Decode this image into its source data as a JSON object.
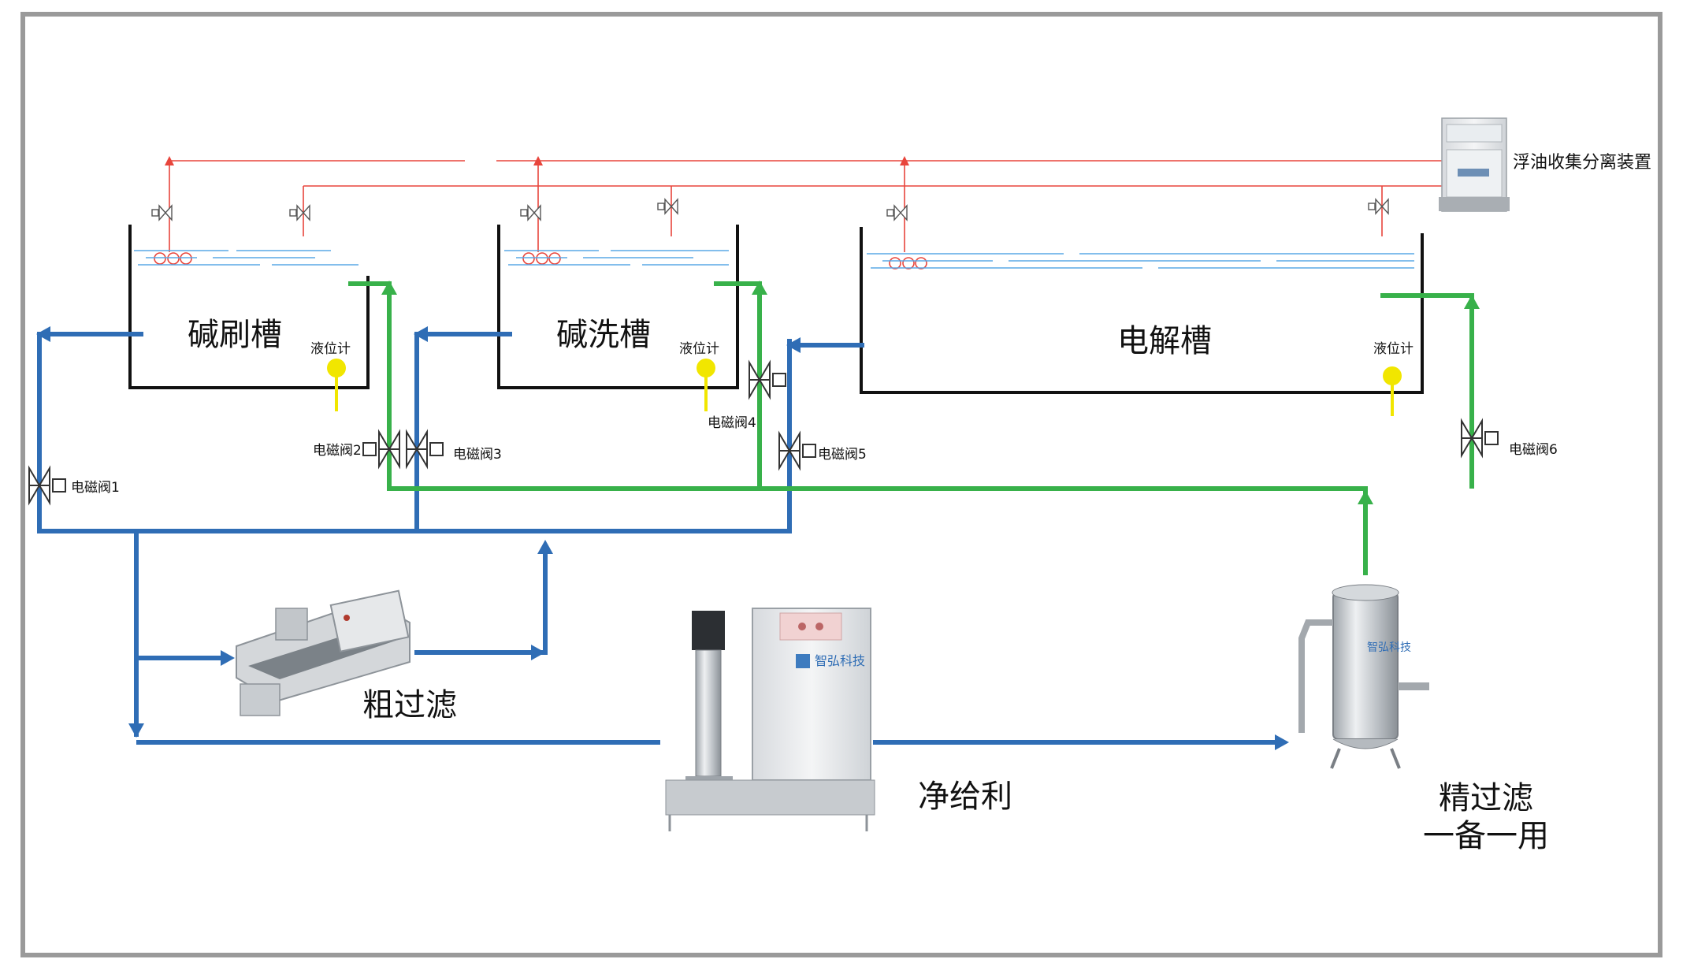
{
  "tanks": [
    {
      "name": "碱刷槽",
      "level_label": "液位计"
    },
    {
      "name": "碱洗槽",
      "level_label": "液位计"
    },
    {
      "name": "电解槽",
      "level_label": "液位计"
    }
  ],
  "valves": [
    "电磁阀1",
    "电磁阀2",
    "电磁阀3",
    "电磁阀4",
    "电磁阀5",
    "电磁阀6"
  ],
  "oil_device": {
    "name": "浮油收集分离装置"
  },
  "coarse_filter": {
    "name": "粗过滤"
  },
  "main_unit": {
    "name": "净给利",
    "brand": "智弘科技"
  },
  "fine_filter": {
    "line1": "精过滤",
    "line2": "一备一用",
    "brand": "智弘科技"
  },
  "colors": {
    "supply": "#2f6db5",
    "return": "#38b14a",
    "oil": "#e8453c",
    "level": "#f1e600",
    "frame": "#9a9a9a"
  }
}
